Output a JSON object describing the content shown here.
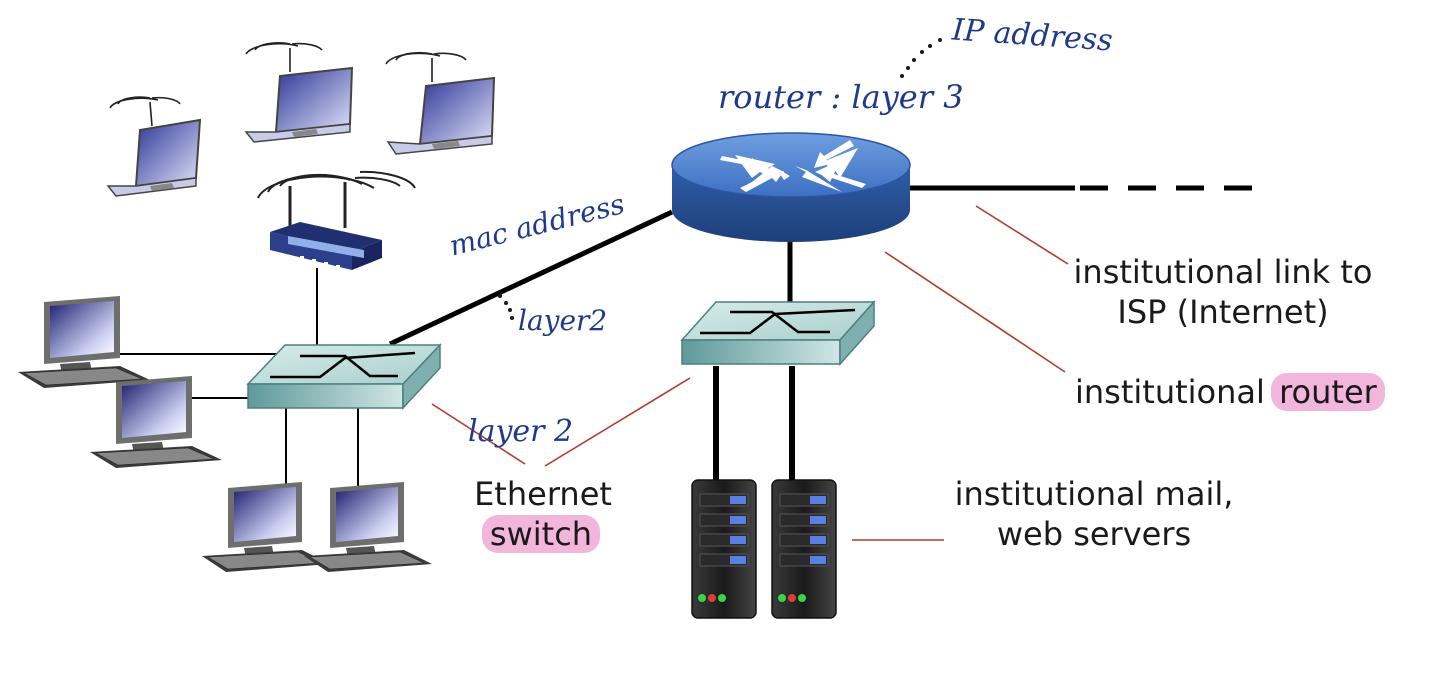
{
  "labels": {
    "isp_link_line1": "institutional link to",
    "isp_link_line2": "ISP (Internet)",
    "router_prefix": "institutional",
    "router_highlight": "router",
    "switch_line1": "Ethernet",
    "switch_highlight": "switch",
    "servers_line1": "institutional mail,",
    "servers_line2": "web servers"
  },
  "handwritten": {
    "router_layer": "router : layer 3",
    "ip_address": "IP address",
    "mac_address": "mac address",
    "layer2_link": "layer2",
    "layer2_switch": "layer 2"
  },
  "colors": {
    "handwriting": "#1f3a8a",
    "highlight": "#f2b6dc",
    "leader_line": "#b23a30",
    "router_blue": "#3f74c9",
    "switch_teal": "#9fc9c8"
  }
}
